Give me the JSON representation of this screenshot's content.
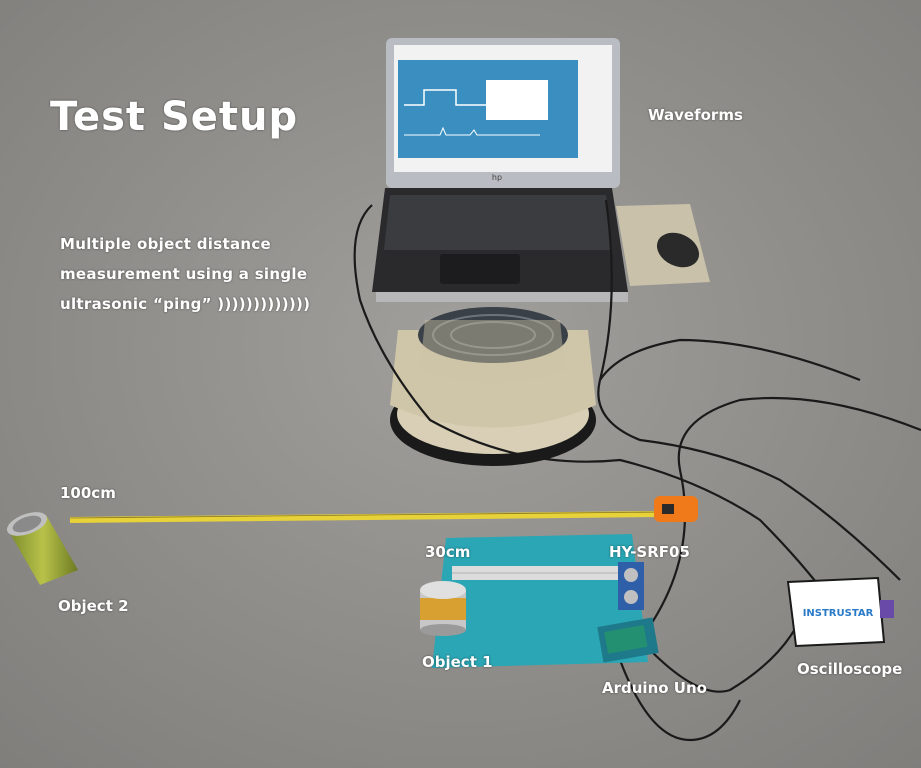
{
  "labels": {
    "title": "Test Setup",
    "waveforms": "Waveforms",
    "description": [
      "Multiple object distance",
      "measurement using a single",
      "ultrasonic “ping” )))))))))))))"
    ],
    "distance_far": "100cm",
    "distance_near": "30cm",
    "sensor": "HY-SRF05",
    "object_far": "Object 2",
    "object_near": "Object 1",
    "controller": "Arduino Uno",
    "scope": "Oscilloscope"
  },
  "device_text": {
    "scope_brand": "INSTRUSTAR",
    "laptop_brand": "hp"
  },
  "colors": {
    "carpet": "#8f8e8b",
    "label": "#ffffff",
    "tape": "#e8d23a",
    "tape_case": "#f07a1a",
    "mat": "#2aa6b4",
    "screen_bg": "#3a8fc0"
  }
}
